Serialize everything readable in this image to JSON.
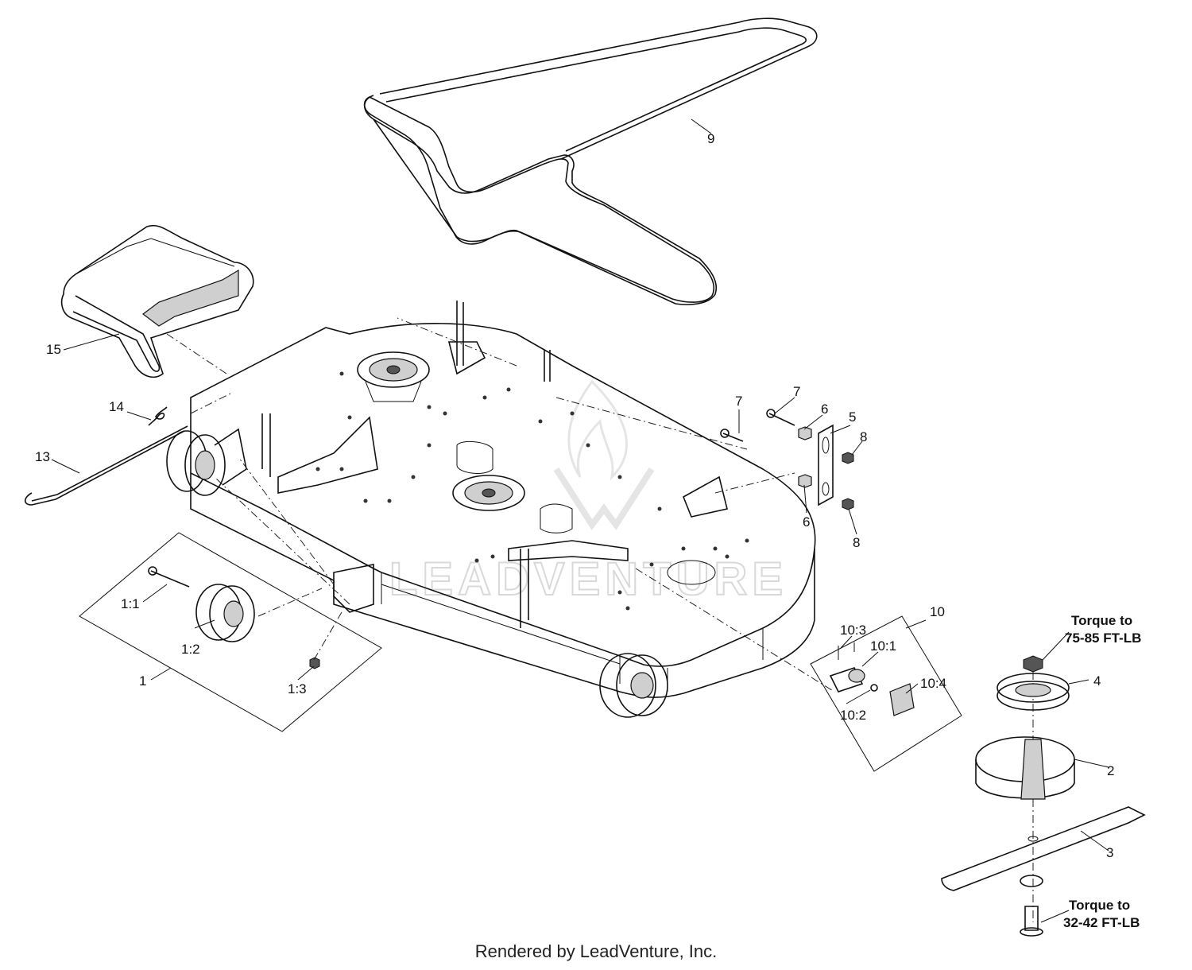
{
  "watermark": {
    "text": "LEADVENTURE",
    "logo_icon": "leadventure-flame-logo-icon"
  },
  "callouts": [
    {
      "id": "c9",
      "text": "9"
    },
    {
      "id": "c15",
      "text": "15"
    },
    {
      "id": "c14",
      "text": "14"
    },
    {
      "id": "c13",
      "text": "13"
    },
    {
      "id": "c7a",
      "text": "7"
    },
    {
      "id": "c7b",
      "text": "7"
    },
    {
      "id": "c6a",
      "text": "6"
    },
    {
      "id": "c5",
      "text": "5"
    },
    {
      "id": "c8a",
      "text": "8"
    },
    {
      "id": "c6b",
      "text": "6"
    },
    {
      "id": "c8b",
      "text": "8"
    },
    {
      "id": "c1_1",
      "text": "1:1"
    },
    {
      "id": "c1_2",
      "text": "1:2"
    },
    {
      "id": "c1",
      "text": "1"
    },
    {
      "id": "c1_3",
      "text": "1:3"
    },
    {
      "id": "c10",
      "text": "10"
    },
    {
      "id": "c10_3",
      "text": "10:3"
    },
    {
      "id": "c10_1",
      "text": "10:1"
    },
    {
      "id": "c10_4",
      "text": "10:4"
    },
    {
      "id": "c10_2",
      "text": "10:2"
    },
    {
      "id": "c4",
      "text": "4"
    },
    {
      "id": "c2",
      "text": "2"
    },
    {
      "id": "c3",
      "text": "3"
    }
  ],
  "torque_notes": {
    "upper_line1": "Torque to",
    "upper_line2": "75-85 FT-LB",
    "lower_line1": "Torque to",
    "lower_line2": "32-42 FT-LB"
  },
  "footer": "Rendered by LeadVenture, Inc."
}
